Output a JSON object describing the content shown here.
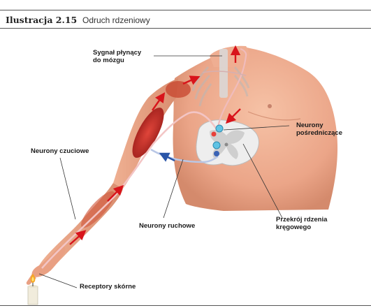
{
  "figure": {
    "label": "Ilustracja 2.15",
    "title": "Odruch rdzeniowy"
  },
  "annotations": {
    "signal_brain": [
      "Sygnał płynący",
      "do mózgu"
    ],
    "interneurons": [
      "Neurony",
      "pośredniczące"
    ],
    "sensory_neurons": "Neurony czuciowe",
    "motor_neurons": "Neurony ruchowe",
    "spinal_cross_section": [
      "Przekrój rdzenia",
      "kręgowego"
    ],
    "skin_receptors": "Receptory skórne"
  },
  "colors": {
    "skin": "#f2b79a",
    "skin_shadow": "#c9866a",
    "muscle": "#c8322a",
    "arrow_red": "#d8141b",
    "arrow_blue": "#2a55a8",
    "spinal_gray": "#e6e6e6"
  }
}
